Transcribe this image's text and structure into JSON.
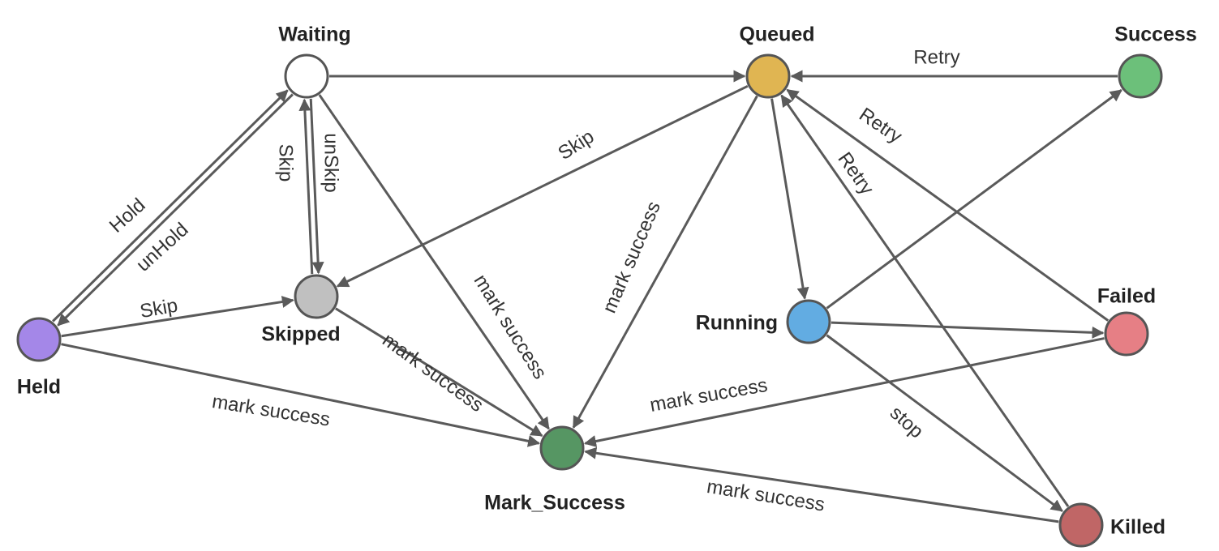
{
  "diagram": {
    "colors": {
      "edge": "#5a5a5a",
      "node_stroke": "#555555"
    },
    "nodes": {
      "waiting": {
        "label": "Waiting",
        "color": "#ffffff"
      },
      "queued": {
        "label": "Queued",
        "color": "#e0b552"
      },
      "success": {
        "label": "Success",
        "color": "#6cc07a"
      },
      "held": {
        "label": "Held",
        "color": "#a487e8"
      },
      "skipped": {
        "label": "Skipped",
        "color": "#c0c0c0"
      },
      "running": {
        "label": "Running",
        "color": "#62ace2"
      },
      "failed": {
        "label": "Failed",
        "color": "#e67f85"
      },
      "mark_success": {
        "label": "Mark_Success",
        "color": "#569663"
      },
      "killed": {
        "label": "Killed",
        "color": "#c06666"
      }
    },
    "edges": [
      {
        "from": "waiting",
        "to": "queued"
      },
      {
        "from": "success",
        "to": "queued",
        "label": "Retry"
      },
      {
        "from": "waiting",
        "to": "held",
        "label": "Hold"
      },
      {
        "from": "held",
        "to": "waiting",
        "label": "unHold"
      },
      {
        "from": "waiting",
        "to": "skipped",
        "label": "Skip"
      },
      {
        "from": "skipped",
        "to": "waiting",
        "label": "unSkip"
      },
      {
        "from": "held",
        "to": "skipped",
        "label": "Skip"
      },
      {
        "from": "queued",
        "to": "skipped",
        "label": "Skip"
      },
      {
        "from": "waiting",
        "to": "mark_success",
        "label": "mark success"
      },
      {
        "from": "queued",
        "to": "mark_success",
        "label": "mark success"
      },
      {
        "from": "skipped",
        "to": "mark_success",
        "label": "mark success"
      },
      {
        "from": "held",
        "to": "mark_success",
        "label": "mark success"
      },
      {
        "from": "queued",
        "to": "running"
      },
      {
        "from": "failed",
        "to": "queued",
        "label": "Retry"
      },
      {
        "from": "killed",
        "to": "queued",
        "label": "Retry"
      },
      {
        "from": "running",
        "to": "success"
      },
      {
        "from": "running",
        "to": "failed"
      },
      {
        "from": "running",
        "to": "killed",
        "label": "stop"
      },
      {
        "from": "failed",
        "to": "mark_success",
        "label": "mark success"
      },
      {
        "from": "killed",
        "to": "mark_success",
        "label": "mark success"
      }
    ]
  }
}
